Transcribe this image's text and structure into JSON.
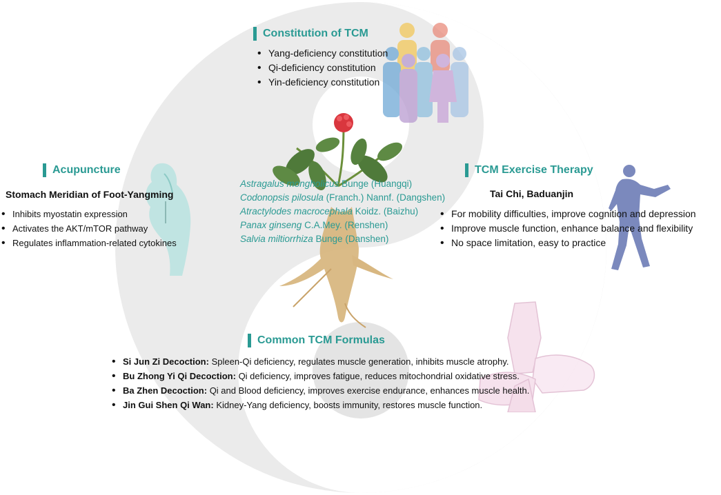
{
  "colors": {
    "accent": "#2a9a93",
    "bg_circle": "#ebebeb",
    "text": "#111111"
  },
  "constitution": {
    "title": "Constitution of TCM",
    "items": [
      "Yang-deficiency constitution",
      "Qi-deficiency constitution",
      "Yin-deficiency constitution"
    ]
  },
  "acupuncture": {
    "title": "Acupuncture",
    "subtitle": "Stomach Meridian of Foot-Yangming",
    "items": [
      "Inhibits myostatin expression",
      "Activates the AKT/mTOR pathway",
      "Regulates inflammation-related cytokines"
    ]
  },
  "exercise": {
    "title": "TCM Exercise Therapy",
    "subtitle": "Tai Chi, Baduanjin",
    "items": [
      "For mobility difficulties, improve cognition and depression",
      "Improve muscle function, enhance balance and flexibility",
      "No space limitation, easy to practice"
    ]
  },
  "herbs": [
    {
      "latin": "Astragalus mongholicus",
      "rest": " Bunge (Huangqi)"
    },
    {
      "latin": "Codonopsis pilosula",
      "rest": " (Franch.) Nannf. (Dangshen)"
    },
    {
      "latin": "Atractylodes macrocephala",
      "rest": " Koidz. (Baizhu)"
    },
    {
      "latin": "Panax ginseng",
      "rest": " C.A.Mey. (Renshen)"
    },
    {
      "latin": "Salvia miltiorrhiza",
      "rest": " Bunge (Danshen)"
    }
  ],
  "formulas": {
    "title": "Common TCM Formulas",
    "items": [
      {
        "name": "Si Jun Zi Decoction:",
        "desc": " Spleen-Qi deficiency, regulates muscle generation, inhibits muscle atrophy."
      },
      {
        "name": "Bu Zhong Yi Qi Decoction:",
        "desc": " Qi deficiency, improves fatigue, reduces mitochondrial oxidative stress."
      },
      {
        "name": "Ba Zhen Decoction:",
        "desc": " Qi and Blood deficiency, improves exercise endurance, enhances muscle health."
      },
      {
        "name": "Jin Gui Shen Qi Wan:",
        "desc": " Kidney-Yang deficiency, boosts immunity, restores muscle function."
      }
    ]
  },
  "icons": [
    "yin-yang-background",
    "people-group-icon",
    "ginseng-plant-icon",
    "acupuncture-hand-icon",
    "tai-chi-figure-icon",
    "massage-hands-icon"
  ]
}
